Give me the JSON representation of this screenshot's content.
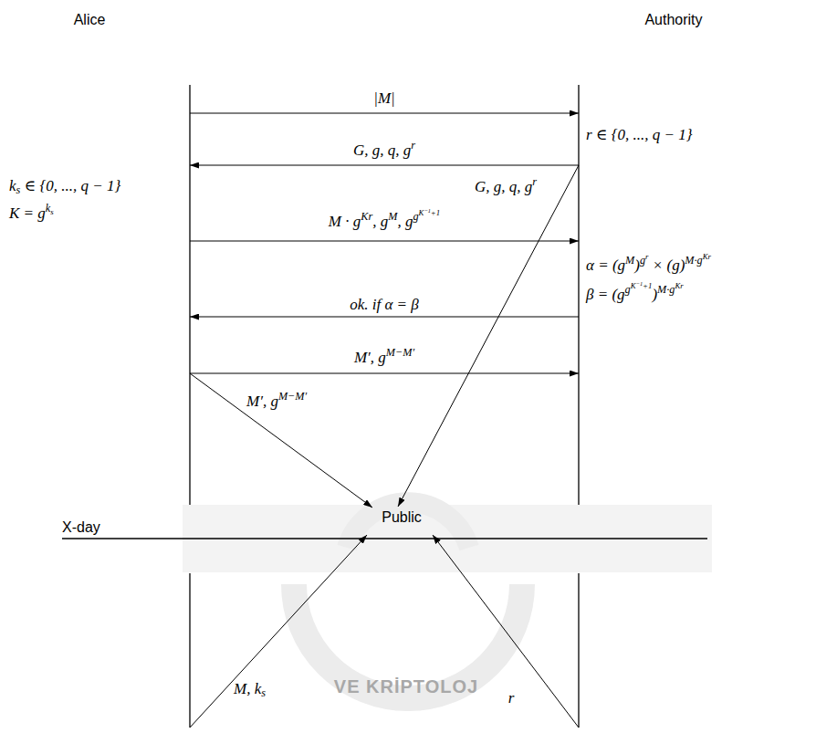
{
  "diagram": {
    "labels": [
      "Alice",
      "Authority",
      "|M|",
      "r ∈ {0, ..., q − 1}",
      "G, g, q, g^r",
      "G, g, q, g^r",
      "k_s ∈ {0, ..., q − 1}",
      "K = g^{k_s}",
      "M · g^{Kr}, g^M, g^{g^{K^{−1}+1}}",
      "α = (g^M)^{g^r} × (g)^{M·g^{Kr}}",
      "β = (g^{g^{K^{−1}+1}})^{M·g^{Kr}}",
      "ok. if α = β",
      "M′, g^{M−M′}",
      "M′, g^{M−M′}",
      "X-day",
      "Public",
      "M, k_s",
      "r",
      "VE KRİPTOLOJ"
    ]
  }
}
